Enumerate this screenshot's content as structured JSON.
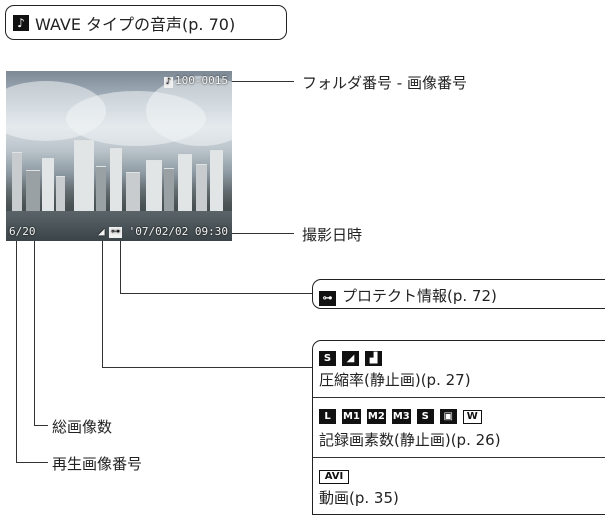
{
  "wave_label": {
    "icon": "music-note-icon",
    "text": "WAVE タイプの音声(p. 70)"
  },
  "photo": {
    "folder_file": "100-0015",
    "image_count": "6/20",
    "date_time": "'07/02/02 09:30",
    "protect_icon": "key-icon",
    "compression_icon": "compression-icon"
  },
  "callouts": {
    "folder_number": "フォルダ番号 - 画像番号",
    "shooting_datetime": "撮影日時",
    "total_images": "総画像数",
    "playback_number": "再生画像番号"
  },
  "protect_box": {
    "icon": "key-icon",
    "text": "プロテクト情報(p. 72)"
  },
  "info_box": {
    "compression": {
      "icons": [
        "S",
        "F",
        "N"
      ],
      "text": "圧縮率(静止画)(p. 27)"
    },
    "pixels": {
      "icons": [
        "L",
        "M1",
        "M2",
        "M3",
        "S",
        "postcard",
        "W"
      ],
      "text": "記録画素数(静止画)(p. 26)"
    },
    "movie": {
      "icon": "AVI",
      "text": "動画(p. 35)"
    }
  }
}
